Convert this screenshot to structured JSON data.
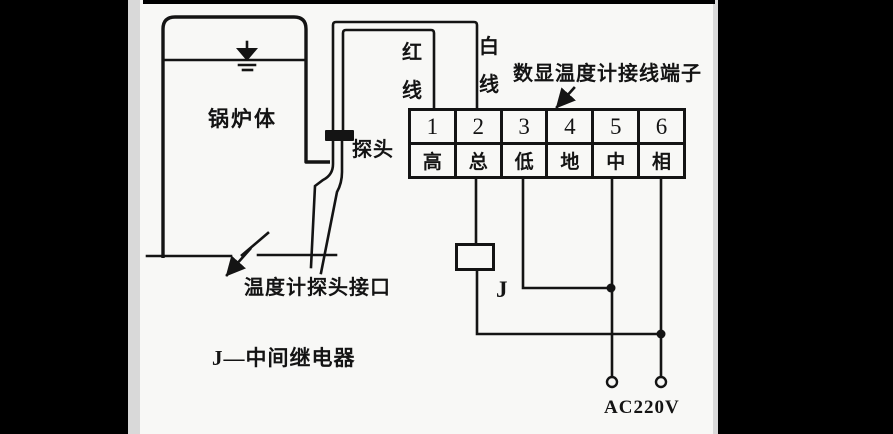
{
  "colors": {
    "ink": "#141414",
    "paper": "#f8f8f6",
    "side_bars": "#000000",
    "edge_strips": "#d9d9d9"
  },
  "labels": {
    "boiler": "锅炉体",
    "probe": "探头",
    "red_wire": "红线",
    "white_wire": "白线",
    "terminal_caption": "数显温度计接线端子",
    "probe_interface": "温度计探头接口",
    "relay_note": "J—中间继电器",
    "relay": "J",
    "power": "AC220V"
  },
  "terminal_block": {
    "columns": [
      {
        "number": "1",
        "label": "高"
      },
      {
        "number": "2",
        "label": "总"
      },
      {
        "number": "3",
        "label": "低"
      },
      {
        "number": "4",
        "label": "地"
      },
      {
        "number": "5",
        "label": "中"
      },
      {
        "number": "6",
        "label": "相"
      }
    ]
  }
}
